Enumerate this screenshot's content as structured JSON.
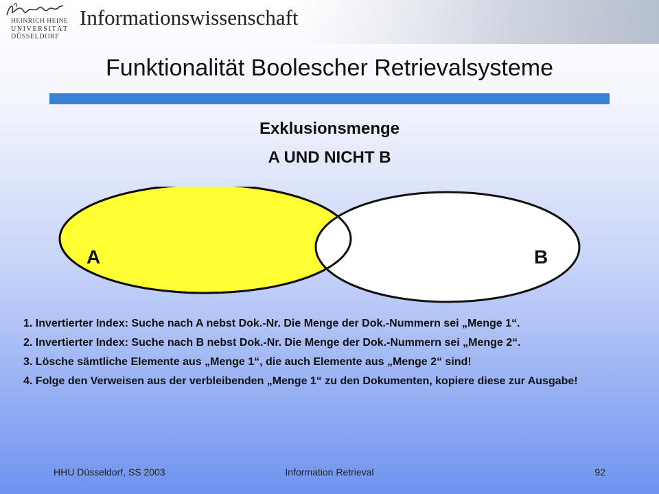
{
  "header": {
    "university_lines": [
      "HEINRICH HEINE",
      "UNIVERSITÄT",
      "DÜSSELDORF"
    ],
    "department": "Informationswissenschaft"
  },
  "slide": {
    "title": "Funktionalität Boolescher Retrievalsysteme",
    "subtitle_1": "Exklusionsmenge",
    "subtitle_2": "A UND NICHT B"
  },
  "venn": {
    "label_a": "A",
    "label_b": "B",
    "fill_a": "#ffff33",
    "fill_b": "#ffffff",
    "stroke": "#111111"
  },
  "steps": [
    "1. Invertierter Index: Suche nach A nebst Dok.-Nr. Die Menge der Dok.-Nummern sei „Menge 1“.",
    "2. Invertierter Index: Suche nach B nebst Dok.-Nr. Die Menge der Dok.-Nummern sei „Menge 2“.",
    "3. Lösche sämtliche Elemente aus „Menge 1“, die auch Elemente aus „Menge 2“ sind!",
    "4. Folge den Verweisen aus der verbleibenden „Menge 1“ zu den Dokumenten, kopiere diese zur Ausgabe!"
  ],
  "footer": {
    "left": "HHU Düsseldorf, SS 2003",
    "center": "Information Retrieval",
    "right": "92"
  },
  "colors": {
    "accent_bar": "#3a80d6",
    "background_bottom": "#6f93ee"
  }
}
